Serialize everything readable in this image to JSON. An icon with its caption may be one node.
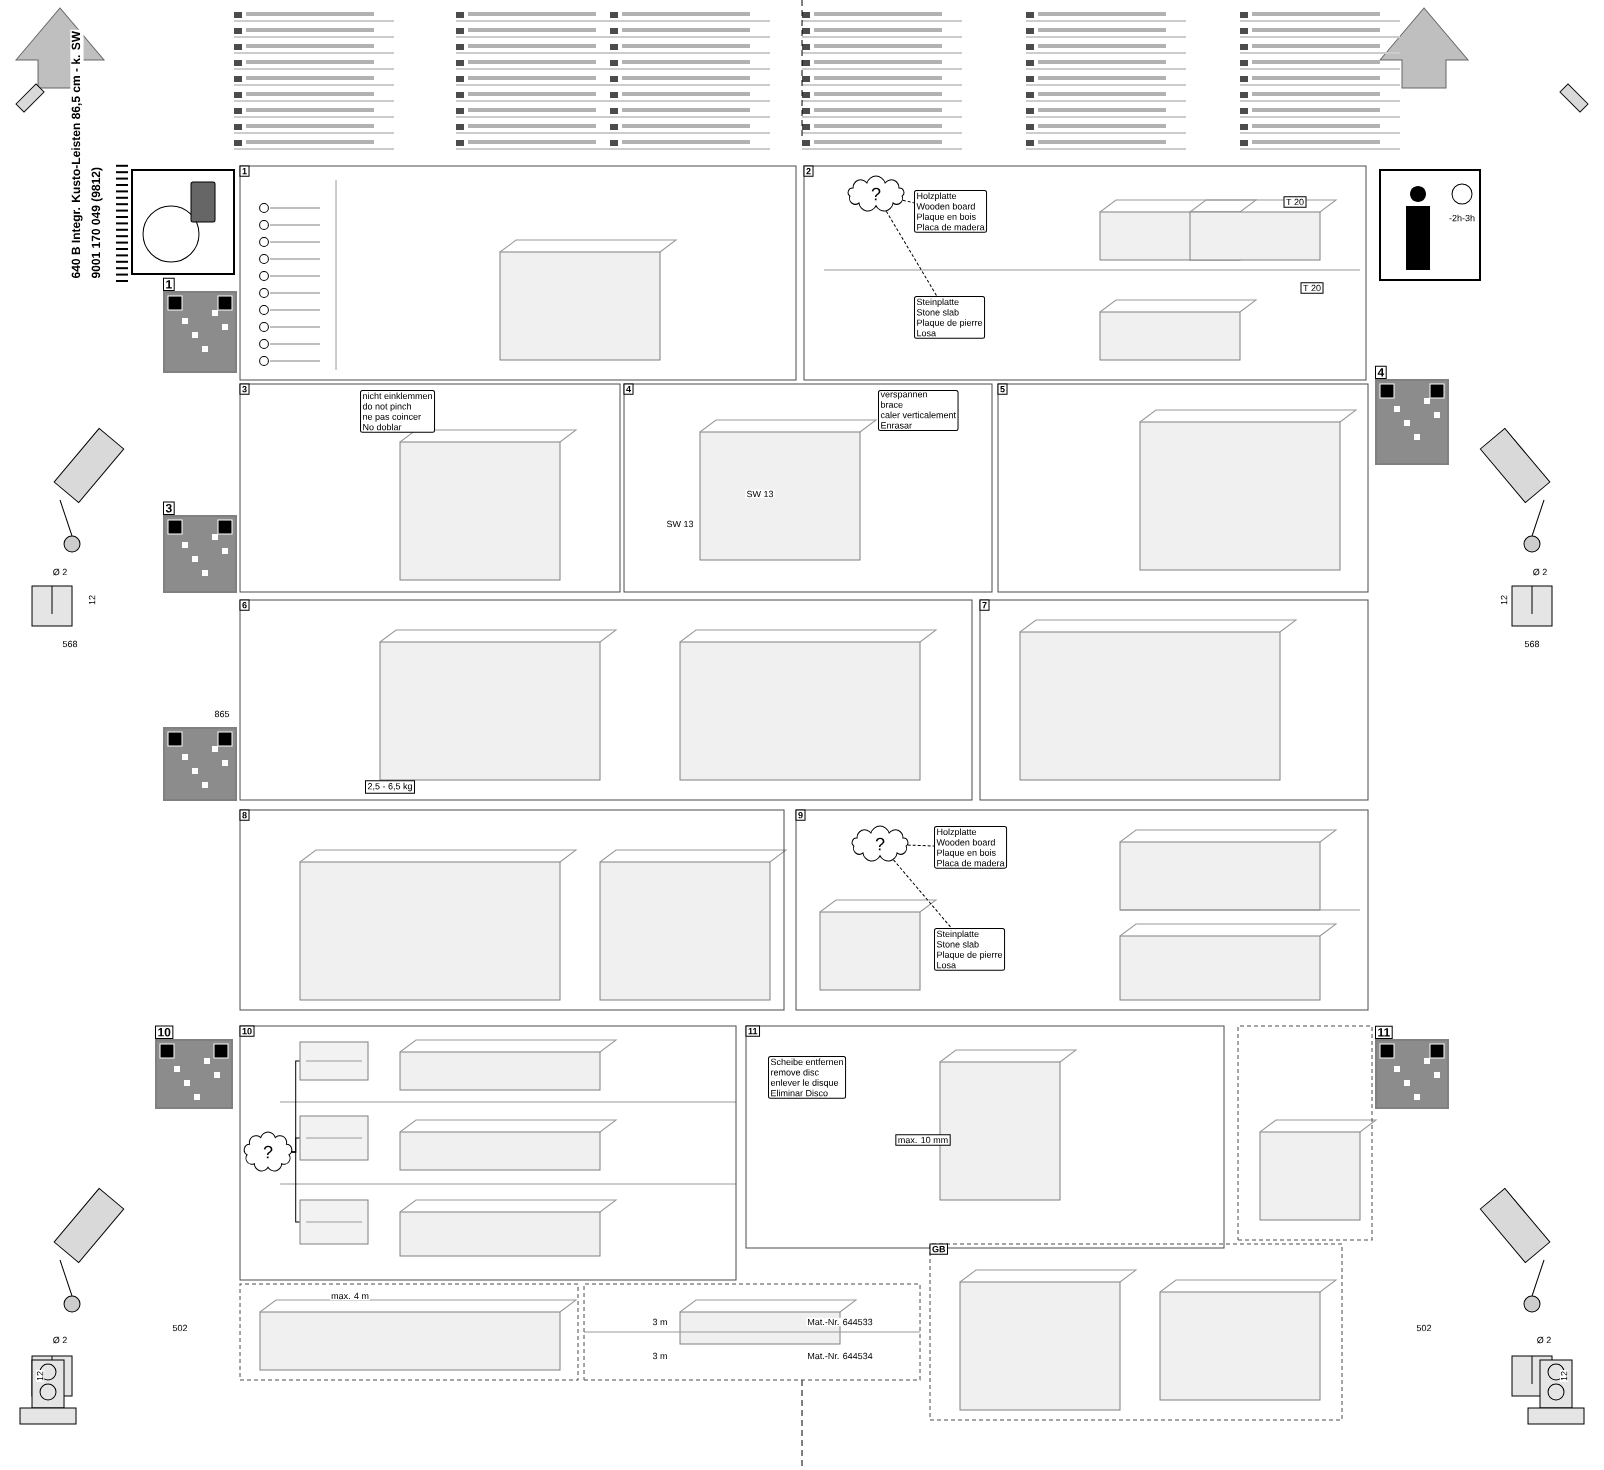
{
  "diagram": {
    "nodes": [
      {
        "text": [
          "1"
        ]
      },
      {
        "text": [
          "2"
        ]
      },
      {
        "text": [
          "Holzplatte",
          "Wooden board",
          "Plaque en bois",
          "Placa de madera"
        ],
        "in": 1
      },
      {
        "text": [
          "Steinplatte",
          "Stone slab",
          "Plaque de pierre",
          "Losa"
        ],
        "in": 1
      },
      {
        "text": [
          "T 20"
        ],
        "in": 1
      },
      {
        "text": [
          "T 20"
        ],
        "in": 1
      },
      {
        "text": [
          "3"
        ]
      },
      {
        "text": [
          "nicht einklemmen",
          "do not pinch",
          "ne pas coincer",
          "No doblar"
        ],
        "in": 6
      },
      {
        "text": [
          "4"
        ]
      },
      {
        "text": [
          "verspannen",
          "brace",
          "caler verticalement",
          "Enrasar"
        ],
        "in": 8
      },
      {
        "text": [
          "5"
        ]
      },
      {
        "text": [
          "6"
        ]
      },
      {
        "text": [
          "2,5 - 6,5 kg"
        ],
        "in": 11
      },
      {
        "text": [
          "7"
        ]
      },
      {
        "text": [
          "8"
        ]
      },
      {
        "text": [
          "9"
        ]
      },
      {
        "text": [
          "Holzplatte",
          "Wooden board",
          "Plaque en bois",
          "Placa de madera"
        ],
        "in": 15
      },
      {
        "text": [
          "Steinplatte",
          "Stone slab",
          "Plaque de pierre",
          "Losa"
        ],
        "in": 15
      },
      {
        "text": [
          "10"
        ]
      },
      {
        "text": [
          "?"
        ],
        "in": 18
      },
      {
        "text": [
          "11"
        ]
      },
      {
        "text": [
          "Scheibe entfernen",
          "remove disc",
          "enlever le disque",
          "Eliminar Disco"
        ],
        "in": 20
      },
      {
        "text": [
          "max. 10 mm"
        ],
        "in": 20
      },
      {
        "text": [],
        "shape": "box"
      },
      {
        "text": [],
        "shape": "box"
      },
      {
        "text": [
          "GB"
        ]
      },
      {
        "text": [],
        "shape": "box"
      },
      {
        "text": [
          "1"
        ]
      },
      {
        "text": [
          "3"
        ]
      },
      {
        "text": [
          "4"
        ]
      },
      {
        "text": [
          "10"
        ]
      },
      {
        "text": [
          "11"
        ]
      },
      {
        "text": [],
        "shape": "picture"
      },
      {
        "text": [],
        "shape": "picture"
      },
      {
        "text": [
          "-2h-3h"
        ]
      },
      {
        "text": [
          "?"
        ],
        "in": 1
      },
      {
        "text": [
          "?"
        ],
        "in": 15
      },
      {
        "text": [],
        "shape": "picture",
        "in": 18
      },
      {
        "text": [],
        "shape": "picture",
        "in": 18
      },
      {
        "text": [],
        "shape": "picture",
        "in": 18
      }
    ],
    "edges": [
      {
        "from": 35,
        "to": 2,
        "arrow": "none",
        "style": "dashed"
      },
      {
        "from": 35,
        "to": 3,
        "arrow": "none",
        "style": "dashed"
      },
      {
        "from": 36,
        "to": 16,
        "arrow": "none",
        "style": "dashed"
      },
      {
        "from": 36,
        "to": 17,
        "arrow": "none",
        "style": "dashed"
      },
      {
        "from": 19,
        "to": 37,
        "arrow": "none"
      },
      {
        "from": 19,
        "to": 38,
        "arrow": "none"
      },
      {
        "from": 19,
        "to": 39,
        "arrow": "none"
      }
    ],
    "labels": [
      "640 B Integr. Kusto-Leisten 86,5 cm - k. SW",
      "9001 170 049 (9812)",
      "Ø 2",
      "12",
      "568",
      "Ø 2",
      "12",
      "568",
      "SW 13",
      "SW 13",
      "865",
      "3 m",
      "Mat.-Nr. 644533",
      "3 m",
      "Mat.-Nr. 644534",
      "max. 4 m",
      "Ø 2",
      "12",
      "502",
      "Ø 2",
      "12",
      "502"
    ]
  }
}
